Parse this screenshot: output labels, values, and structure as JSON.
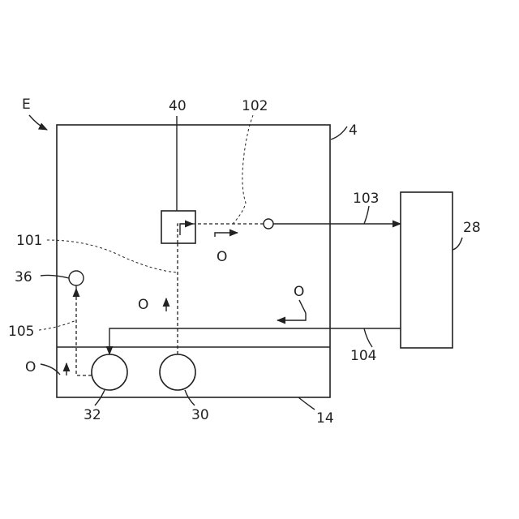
{
  "labels": {
    "E": "E",
    "n4": "4",
    "n40": "40",
    "n102": "102",
    "n103": "103",
    "n28": "28",
    "n101": "101",
    "n36": "36",
    "n105": "105",
    "n104": "104",
    "n32": "32",
    "n30": "30",
    "n14": "14",
    "o_upper": "O",
    "o_left": "O",
    "o_mid": "O",
    "o_right": "O"
  }
}
